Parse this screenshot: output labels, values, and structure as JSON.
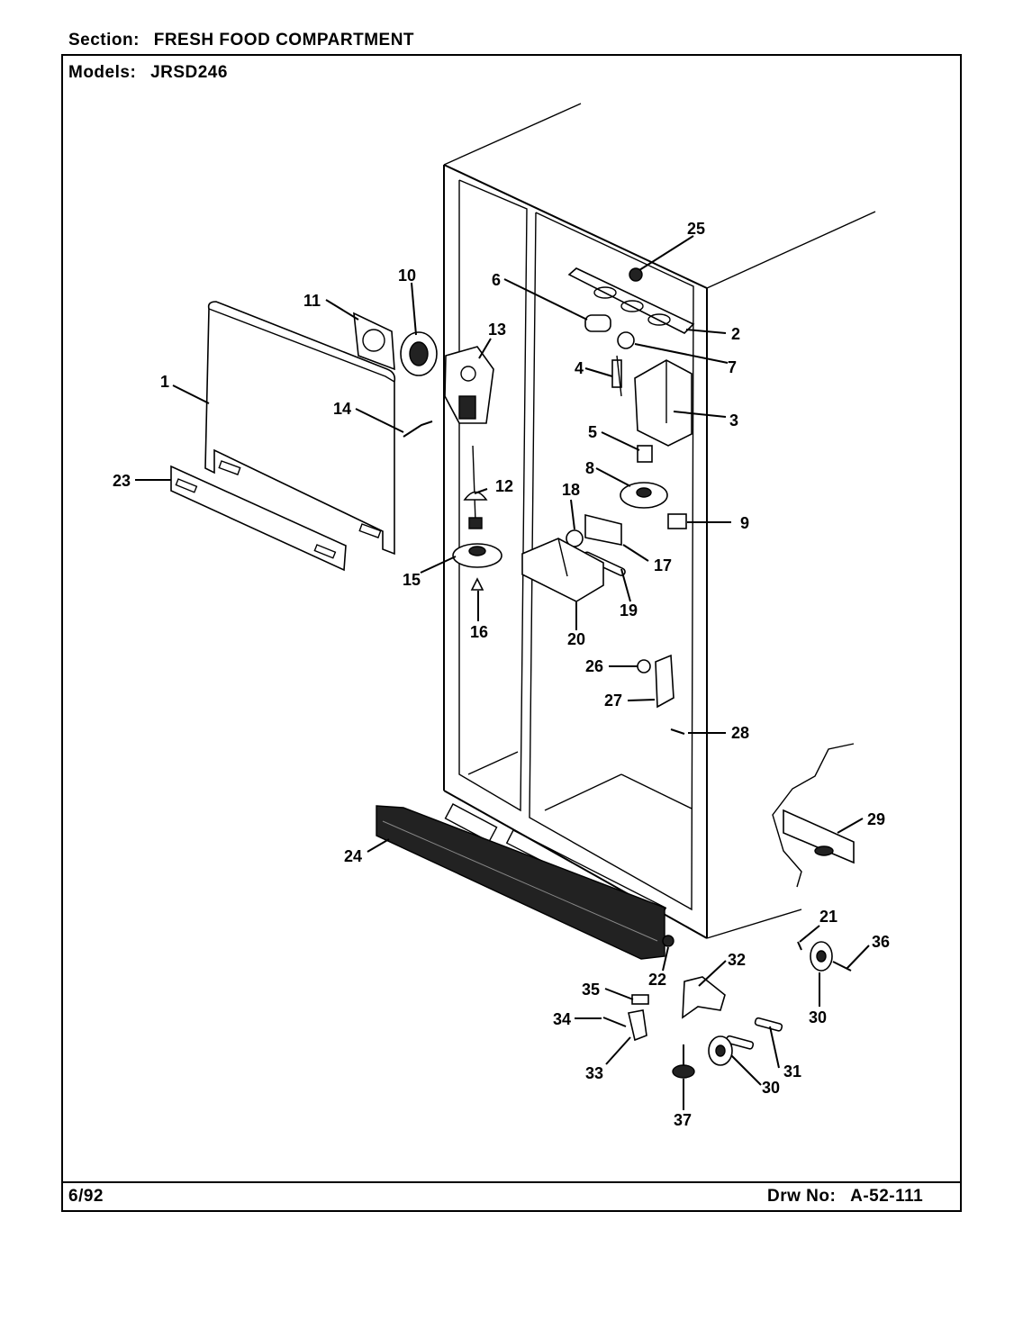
{
  "header": {
    "section_label": "Section:",
    "section_value": "FRESH FOOD COMPARTMENT",
    "models_label": "Models:",
    "models_value": "JRSD246"
  },
  "footer": {
    "date": "6/92",
    "drawing_label": "Drw No:",
    "drawing_number": "A-52-111"
  },
  "callouts": [
    "1",
    "2",
    "3",
    "4",
    "5",
    "6",
    "7",
    "8",
    "9",
    "10",
    "11",
    "12",
    "13",
    "14",
    "15",
    "16",
    "17",
    "18",
    "19",
    "20",
    "21",
    "22",
    "23",
    "24",
    "25",
    "26",
    "27",
    "28",
    "29",
    "30",
    "30",
    "31",
    "32",
    "33",
    "34",
    "35",
    "36",
    "37"
  ]
}
